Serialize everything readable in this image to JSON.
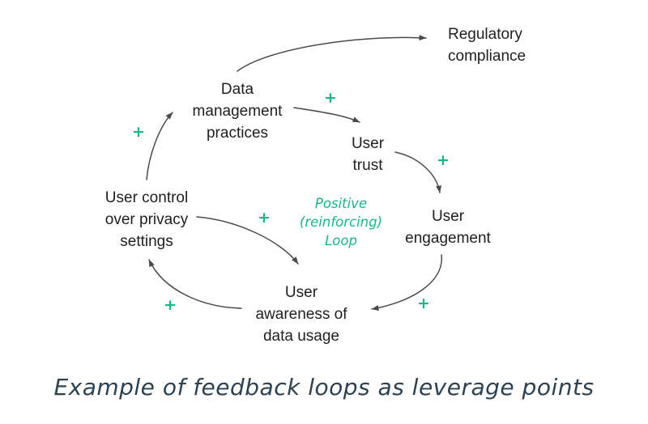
{
  "colors": {
    "background": "#ffffff",
    "node_text": "#1f1f1f",
    "arrow": "#4a4a4a",
    "accent_green": "#13b789",
    "caption_text": "#2c4152"
  },
  "nodes": {
    "regulatory_compliance": {
      "label": "Regulatory\ncompliance"
    },
    "data_management": {
      "label": "Data\nmanagement\npractices"
    },
    "user_trust": {
      "label": "User\ntrust"
    },
    "user_engagement": {
      "label": "User\nengagement"
    },
    "user_control": {
      "label": "User control\nover privacy\nsettings"
    },
    "user_awareness": {
      "label": "User\nawareness of\ndata usage"
    }
  },
  "edges": [
    {
      "from": "Data management practices",
      "to": "Regulatory compliance",
      "sign": ""
    },
    {
      "from": "Data management practices",
      "to": "User trust",
      "sign": "+"
    },
    {
      "from": "User trust",
      "to": "User engagement",
      "sign": "+"
    },
    {
      "from": "User engagement",
      "to": "User awareness of data usage",
      "sign": "+"
    },
    {
      "from": "User awareness of data usage",
      "to": "User control over privacy settings",
      "sign": "+"
    },
    {
      "from": "User control over privacy settings",
      "to": "Data management practices",
      "sign": "+"
    },
    {
      "from": "User control over privacy settings",
      "to": "User awareness of data usage",
      "sign": "+"
    }
  ],
  "loop_label": {
    "text": "Positive\n(reinforcing)\nLoop"
  },
  "caption": {
    "text": "Example of feedback loops as leverage points"
  }
}
